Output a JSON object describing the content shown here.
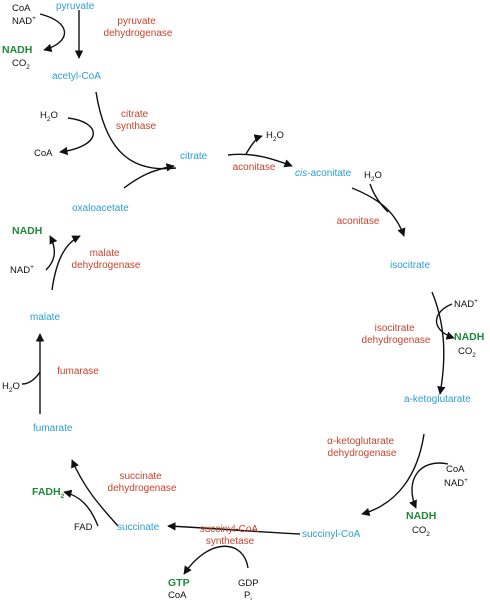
{
  "colors": {
    "metabolite": "#2a9fd4",
    "enzyme": "#c8432c",
    "energy_carrier": "#1f8a3c",
    "cofactor": "#111111"
  },
  "metabolites": {
    "pyruvate": "pyruvate",
    "acetyl_coa": "acetyl-CoA",
    "citrate": "citrate",
    "cis_aconitate_prefix": "cis",
    "cis_aconitate_rest": "-aconitate",
    "isocitrate": "isocitrate",
    "a_ketoglutarate": "a-ketoglutarate",
    "succinyl_coa": "succinyl-CoA",
    "succinate": "succinate",
    "fumarate": "fumarate",
    "malate": "malate",
    "oxaloacetate": "oxaloacetate"
  },
  "enzymes": {
    "pyruvate_dh_1": "pyruvate",
    "pyruvate_dh_2": "dehydrogenase",
    "citrate_synthase_1": "citrate",
    "citrate_synthase_2": "synthase",
    "aconitase_1": "aconitase",
    "aconitase_2": "aconitase",
    "isocitrate_dh_1": "isocitrate",
    "isocitrate_dh_2": "dehydrogenase",
    "akg_dh_1": "α-ketoglutarate",
    "akg_dh_2": "dehydrogenase",
    "succinyl_coa_synthetase_1": "succinyl-CoA",
    "succinyl_coa_synthetase_2": "synthetase",
    "succinate_dh_1": "succinate",
    "succinate_dh_2": "dehydrogenase",
    "fumarase": "fumarase",
    "malate_dh_1": "malate",
    "malate_dh_2": "dehydrogenase"
  },
  "cofactors": {
    "coa": "CoA",
    "nad": "NAD",
    "plus": "+",
    "nadh": "NADH",
    "co2_base": "CO",
    "two": "2",
    "h2o_h": "H",
    "h2o_o": "O",
    "gtp": "GTP",
    "gdp": "GDP",
    "pi_p": "P",
    "pi_i": "i",
    "fad": "FAD",
    "fadh_base": "FADH"
  }
}
